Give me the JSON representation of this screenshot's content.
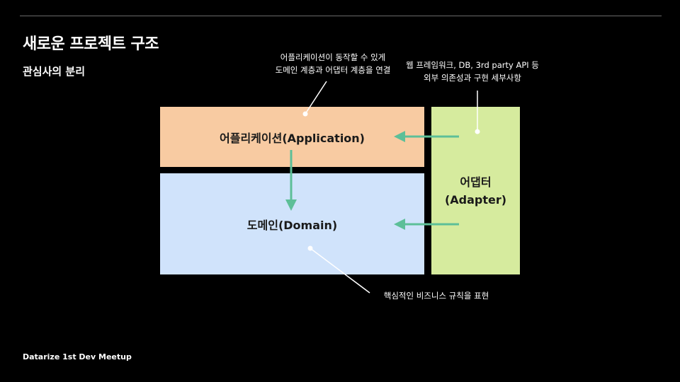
{
  "slide": {
    "title": "새로운 프로젝트 구조",
    "subtitle": "관심사의 분리",
    "footer": "Datarize 1st Dev Meetup"
  },
  "layers": {
    "application": "어플리케이션(Application)",
    "domain": "도메인(Domain)",
    "adapter_line1": "어댑터",
    "adapter_line2": "(Adapter)"
  },
  "notes": {
    "application_line1": "어플리케이션이 동작할 수 있게",
    "application_line2": "도메인 계층과 어댑터 계층을 연결",
    "adapter_line1": "웹 프레임워크, DB, 3rd party API 등",
    "adapter_line2": "외부 의존성과 구현 세부사항",
    "domain": "핵심적인 비즈니스 규칙을 표현"
  },
  "colors": {
    "background": "#000000",
    "application": "#f8cba2",
    "domain": "#d0e3fb",
    "adapter": "#d6eb9e",
    "arrow": "#5dbf98"
  }
}
